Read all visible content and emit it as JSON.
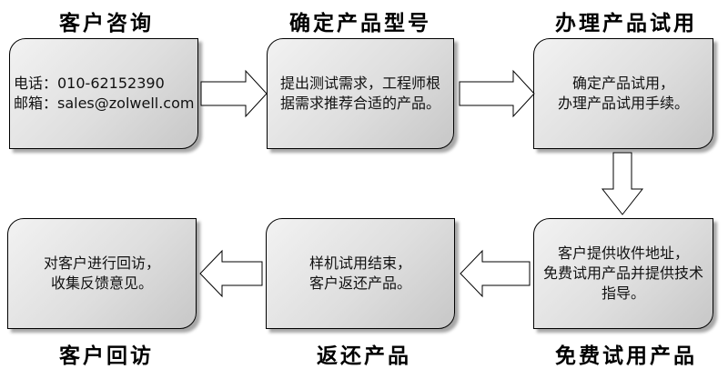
{
  "steps": {
    "consult": {
      "title": "客户咨询",
      "lines": [
        "电话：010-62152390",
        "邮箱：sales@zolwell.com"
      ]
    },
    "model": {
      "title": "确定产品型号",
      "lines": [
        "提出测试需求，工程师根",
        "据需求推荐合适的产品。"
      ]
    },
    "trial_process": {
      "title": "办理产品试用",
      "lines": [
        "确定产品试用，",
        "办理产品试用手续。"
      ]
    },
    "free_trial": {
      "title": "免费试用产品",
      "lines": [
        "客户提供收件地址，",
        "免费试用产品并提供技术",
        "指导。"
      ]
    },
    "return": {
      "title": "返还产品",
      "lines": [
        "样机试用结束，",
        "客户返还产品。"
      ]
    },
    "visit": {
      "title": "客户回访",
      "lines": [
        "对客户进行回访，",
        "收集反馈意见。"
      ]
    }
  },
  "colors": {
    "box_fill_light": "#f2f2f2",
    "box_fill_dark": "#c7c7c7",
    "border": "#000000",
    "arrow_fill": "#ffffff"
  }
}
